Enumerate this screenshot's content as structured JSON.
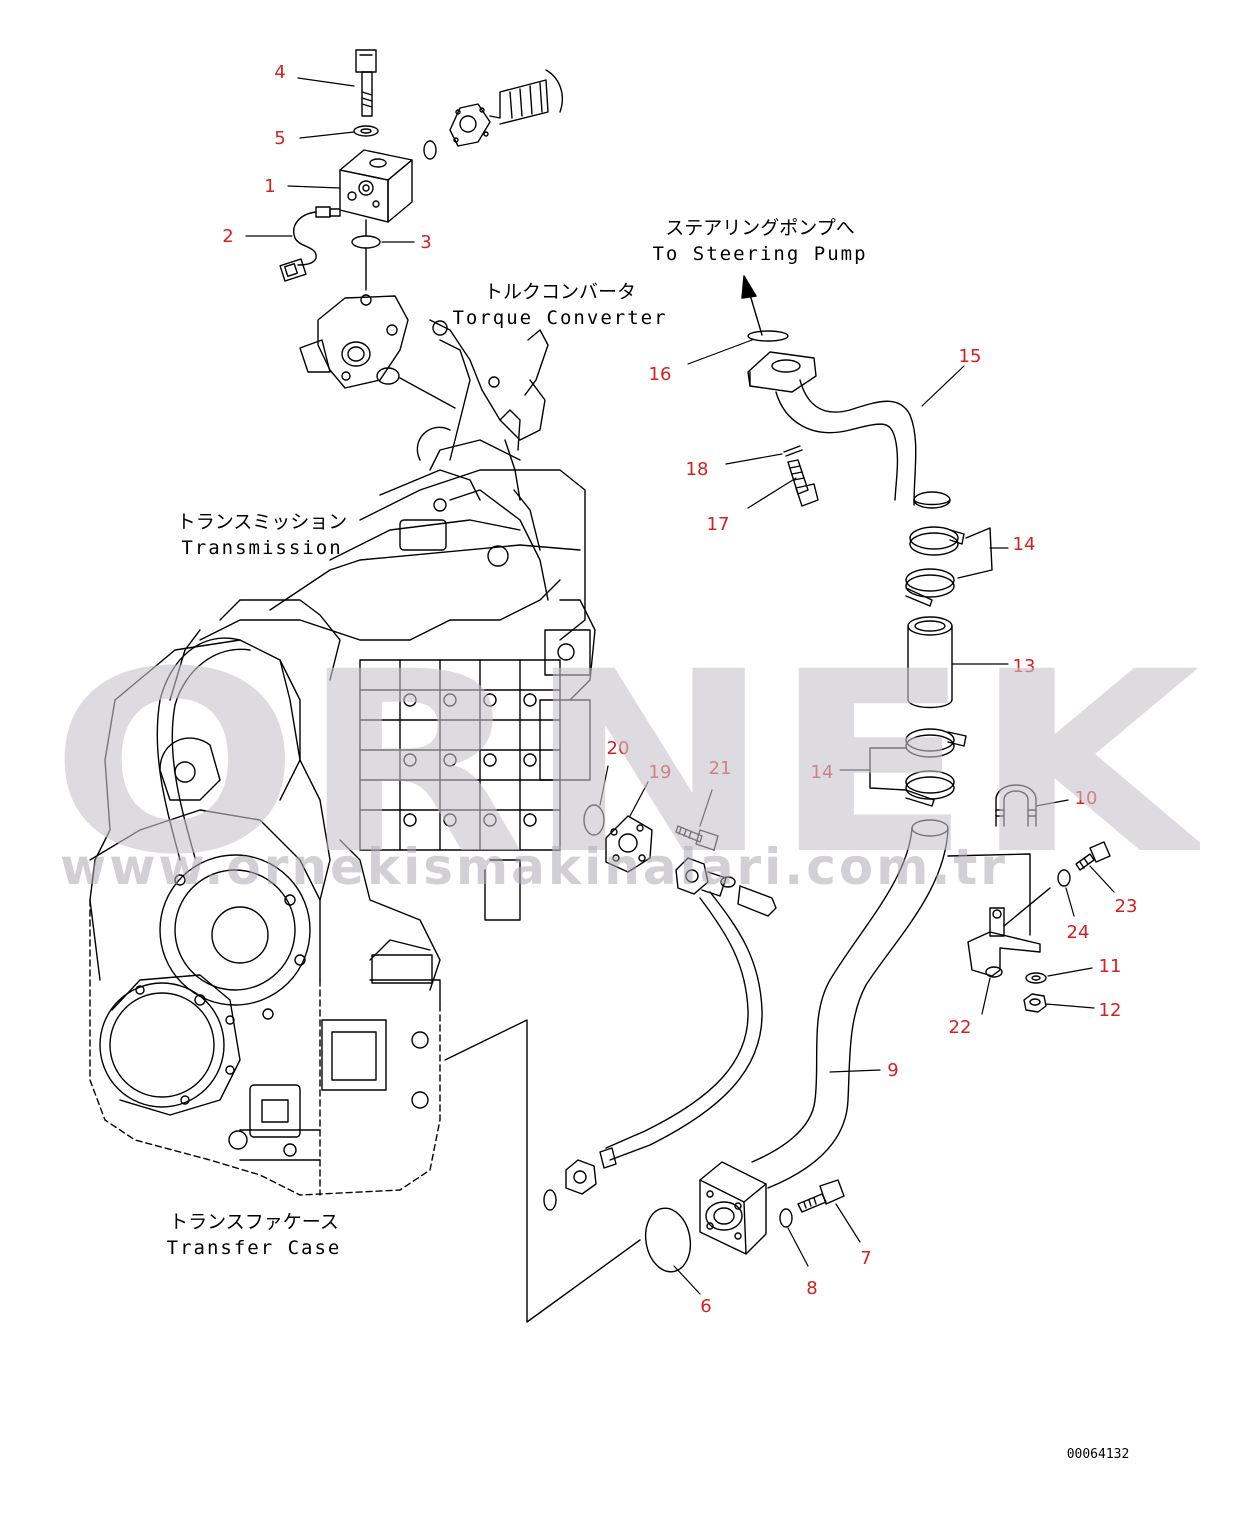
{
  "watermark": {
    "logo_text": "ORNEK",
    "url_text": "www.ornekismakinalari.com.tr"
  },
  "labels": {
    "steering_jp": "ステアリングポンプへ",
    "steering_en": "To Steering Pump",
    "torque_jp": "トルクコンバータ",
    "torque_en": "Torque Converter",
    "trans_jp": "トランスミッション",
    "trans_en": "Transmission",
    "transfer_jp": "トランスファケース",
    "transfer_en": "Transfer Case"
  },
  "drawing_number": "00064132",
  "callouts": [
    {
      "num": "4"
    },
    {
      "num": "5"
    },
    {
      "num": "1"
    },
    {
      "num": "2"
    },
    {
      "num": "3"
    },
    {
      "num": "16"
    },
    {
      "num": "15"
    },
    {
      "num": "18"
    },
    {
      "num": "17"
    },
    {
      "num": "14"
    },
    {
      "num": "13"
    },
    {
      "num": "14"
    },
    {
      "num": "20"
    },
    {
      "num": "19"
    },
    {
      "num": "21"
    },
    {
      "num": "10"
    },
    {
      "num": "23"
    },
    {
      "num": "24"
    },
    {
      "num": "11"
    },
    {
      "num": "22"
    },
    {
      "num": "12"
    },
    {
      "num": "9"
    },
    {
      "num": "7"
    },
    {
      "num": "8"
    },
    {
      "num": "6"
    }
  ],
  "colors": {
    "callout": "#d42020",
    "line": "#000000",
    "watermark": "#c9c4cc",
    "watermark_accent": "#f2d04a"
  }
}
